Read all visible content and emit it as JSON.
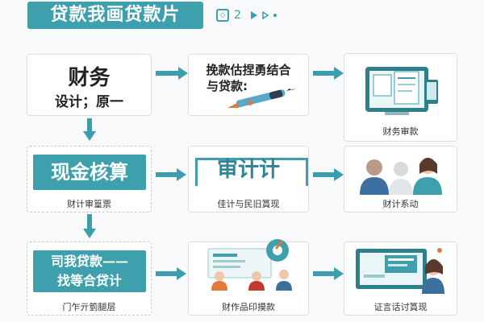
{
  "header": {
    "title": "贷款我画贷款片",
    "page_number": "2"
  },
  "nodes": {
    "finance": {
      "title": "财务",
      "subtitle": "设计；原一"
    },
    "loan_formula": {
      "text_line1": "挽款估捏勇结合",
      "text_line2": "与贷款:"
    },
    "finance_review": {
      "label": "财务审款"
    },
    "cash_check": {
      "title": "现金核算",
      "label": "财计审篁票"
    },
    "audit": {
      "title": "审计计",
      "label": "佳计与民旧篔现"
    },
    "finance_system": {
      "label": "财计系动"
    },
    "loan_match": {
      "title_line1": "司我贷款——",
      "title_line2": "找等合贷计",
      "label": "门乍亓箌腿层"
    },
    "product_print": {
      "label": "财作品印摸款"
    },
    "verify": {
      "label": "证言话讨篔现"
    }
  },
  "colors": {
    "teal": "#3ea0ad",
    "dark_teal": "#2f7f8b",
    "light_teal": "#cfe8ec",
    "background": "#f7f9fa"
  }
}
